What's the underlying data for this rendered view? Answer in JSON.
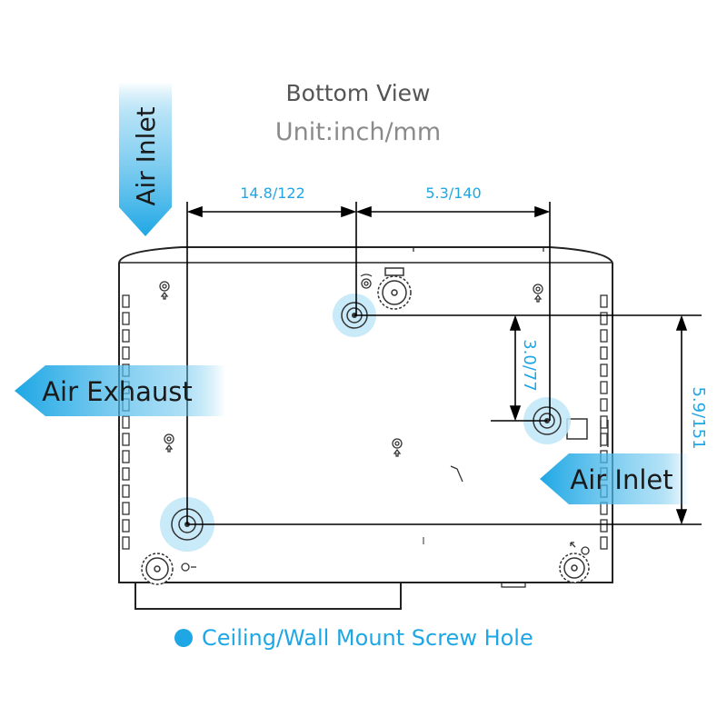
{
  "title": "Bottom View",
  "subtitle": "Unit:inch/mm",
  "dimensions": {
    "left_horizontal": "14.8/122",
    "right_horizontal": "5.3/140",
    "inner_vertical": "3.0/77",
    "outer_vertical": "5.9/151"
  },
  "arrows": {
    "air_inlet_top": "Air Inlet",
    "air_exhaust": "Air Exhaust",
    "air_inlet_right": "Air Inlet"
  },
  "legend": {
    "label": "Ceiling/Wall Mount Screw Hole"
  },
  "colors": {
    "accent": "#1ea7e4",
    "accent_light": "#bfe6f8",
    "line": "#222222",
    "dimension_text": "#1ea7e4",
    "title_text": "#555555"
  }
}
